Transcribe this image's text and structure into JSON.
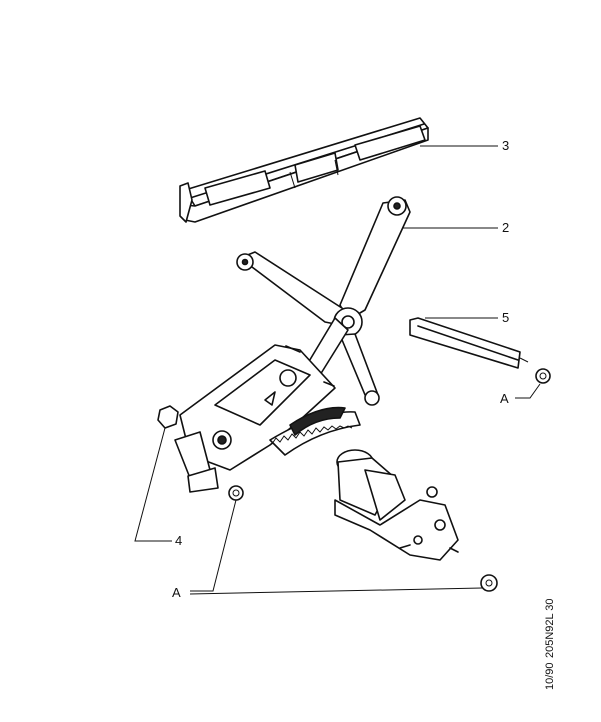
{
  "callouts": {
    "c3": "3",
    "c2": "2",
    "c5": "5",
    "cA_right": "A",
    "c4": "4",
    "cA_bottom": "A"
  },
  "side_codes": {
    "date": "10/90",
    "ref": "205N92L 30"
  },
  "colors": {
    "ink": "#111111",
    "background": "#ffffff"
  }
}
